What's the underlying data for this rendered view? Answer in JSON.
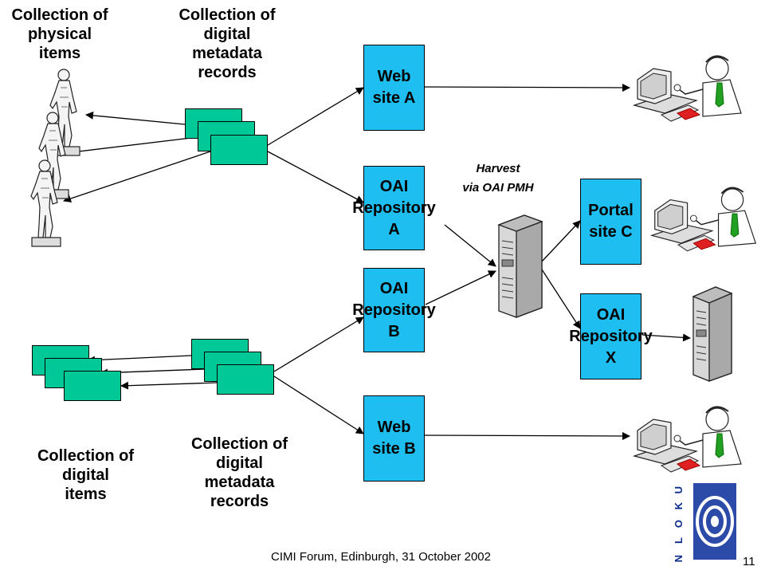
{
  "labels": {
    "physical_items": "Collection of\nphysical\nitems",
    "digital_metadata_top": "Collection of\ndigital\nmetadata\nrecords",
    "digital_items": "Collection of\ndigital\nitems",
    "digital_metadata_bottom": "Collection of\ndigital\nmetadata\nrecords",
    "harvest": "Harvest\nvia OAI PMH"
  },
  "boxes": {
    "web_site_a": "Web\nsite A",
    "oai_repository_a": "OAI\nRepository\nA",
    "oai_repository_b": "OAI\nRepository\nB",
    "web_site_b": "Web\nsite B",
    "portal_site_c": "Portal\nsite C",
    "oai_repository_x": "OAI\nRepository\nX"
  },
  "logo": {
    "text": "UKOLN"
  },
  "footer": {
    "text": "CIMI Forum, Edinburgh, 31 October 2002",
    "page_number": "11"
  },
  "colors": {
    "service_box": "#1ebef0",
    "record_box": "#00c896"
  }
}
